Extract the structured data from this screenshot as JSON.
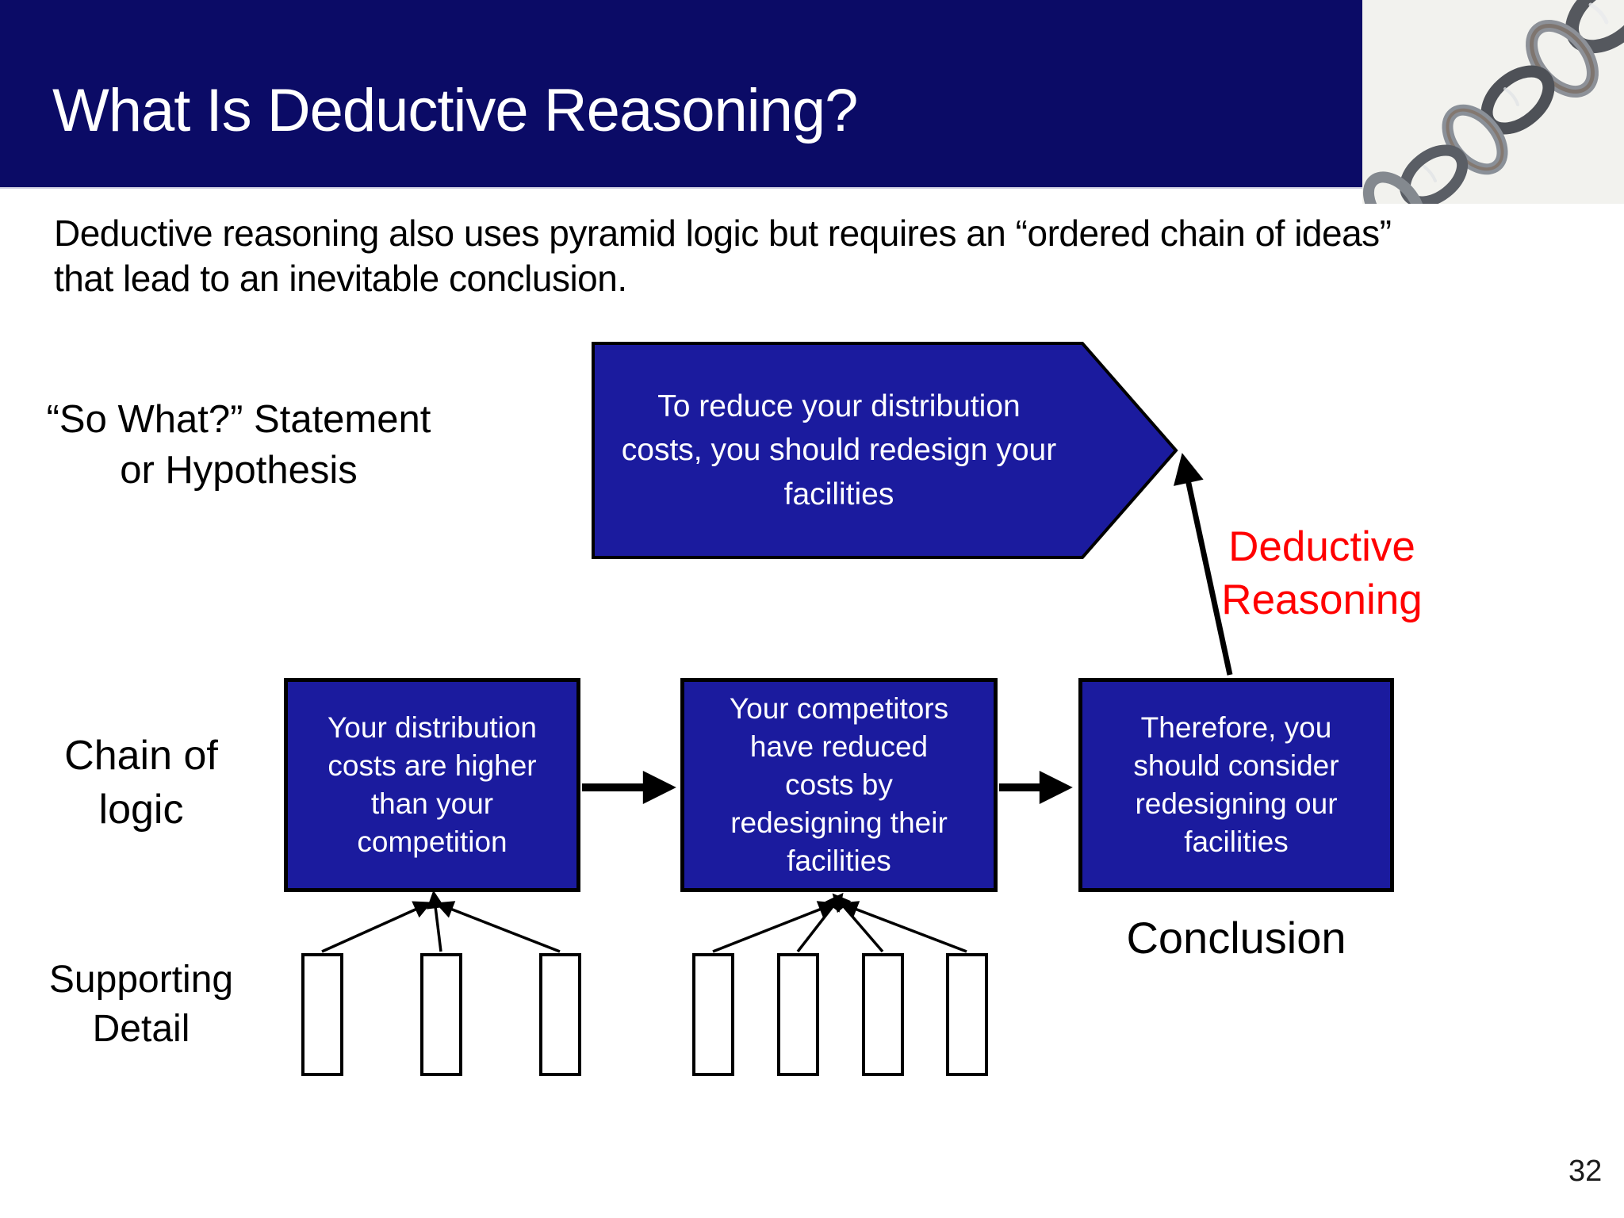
{
  "slide": {
    "title": "What Is Deductive Reasoning?",
    "page_number": "32",
    "intro_lines": [
      "Deductive reasoning also uses pyramid logic but requires an “ordered chain of ideas”",
      "that lead to an inevitable conclusion."
    ]
  },
  "labels": {
    "hypothesis_lines": [
      "“So What?” Statement",
      "or Hypothesis"
    ],
    "chain_of_logic_lines": [
      "Chain of",
      "logic"
    ],
    "supporting_detail_lines": [
      "Supporting",
      "Detail"
    ],
    "deductive_reasoning_lines": [
      "Deductive",
      "Reasoning"
    ],
    "conclusion": "Conclusion"
  },
  "diagram": {
    "hypothesis_banner_lines": [
      "To reduce your distribution",
      "costs, you should redesign your",
      "facilities"
    ],
    "chain_boxes": [
      {
        "lines": [
          "Your distribution",
          "costs are higher",
          "than your",
          "competition"
        ]
      },
      {
        "lines": [
          "Your competitors",
          "have reduced",
          "costs by",
          "redesigning their",
          "facilities"
        ]
      },
      {
        "lines": [
          "Therefore, you",
          "should consider",
          "redesigning our",
          "facilities"
        ]
      }
    ],
    "supporting_groups": [
      {
        "box_count": 3
      },
      {
        "box_count": 4
      }
    ]
  },
  "colors": {
    "header_navy": "#0b0b66",
    "box_blue": "#1b1b9e",
    "accent_red": "#ff0000",
    "line_black": "#000000"
  },
  "icons": {
    "chain_photo": "chain-links-photo"
  }
}
